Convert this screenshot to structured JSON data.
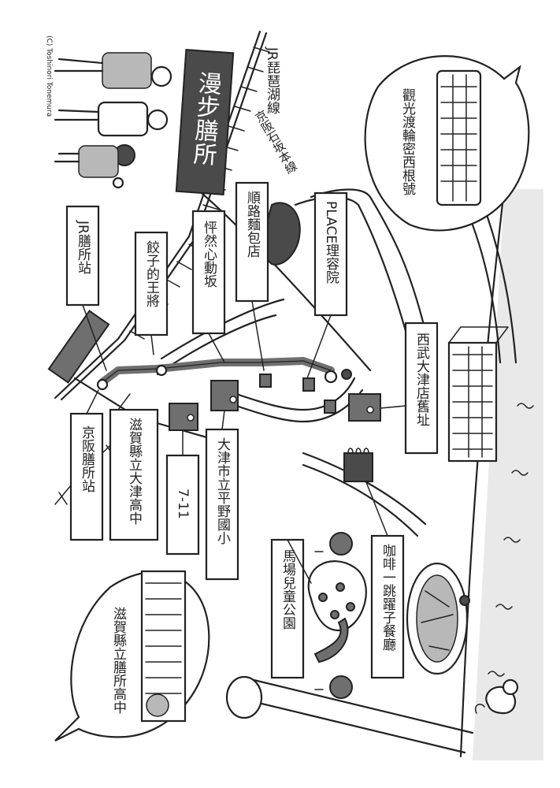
{
  "copyright": "(C) Toshinori Tonemura",
  "title": "漫步膳所",
  "rail_line": "JR琵琶湖線",
  "keihan_line": "京阪石坂本線",
  "stations": {
    "jr": "JR膳所站",
    "keihan": "京阪膳所站"
  },
  "places": {
    "bakery": "順路麵包店",
    "place": "PLACE理容院",
    "heartbeat": "怦然心動坂",
    "gyoza": "餃子的王將",
    "seibu": "西武大津店舊址",
    "school_otsu_high": "滋賀縣立大津高中",
    "seven_eleven": "7-11",
    "heiya": "大津市立平野國小",
    "cafe": "咖啡一跳躍子餐廳",
    "baba_park": "馬場兒童公園",
    "zeze_high": "滋賀縣立膳所高中",
    "sightseeing_boat": "觀光渡輪密西根號"
  }
}
